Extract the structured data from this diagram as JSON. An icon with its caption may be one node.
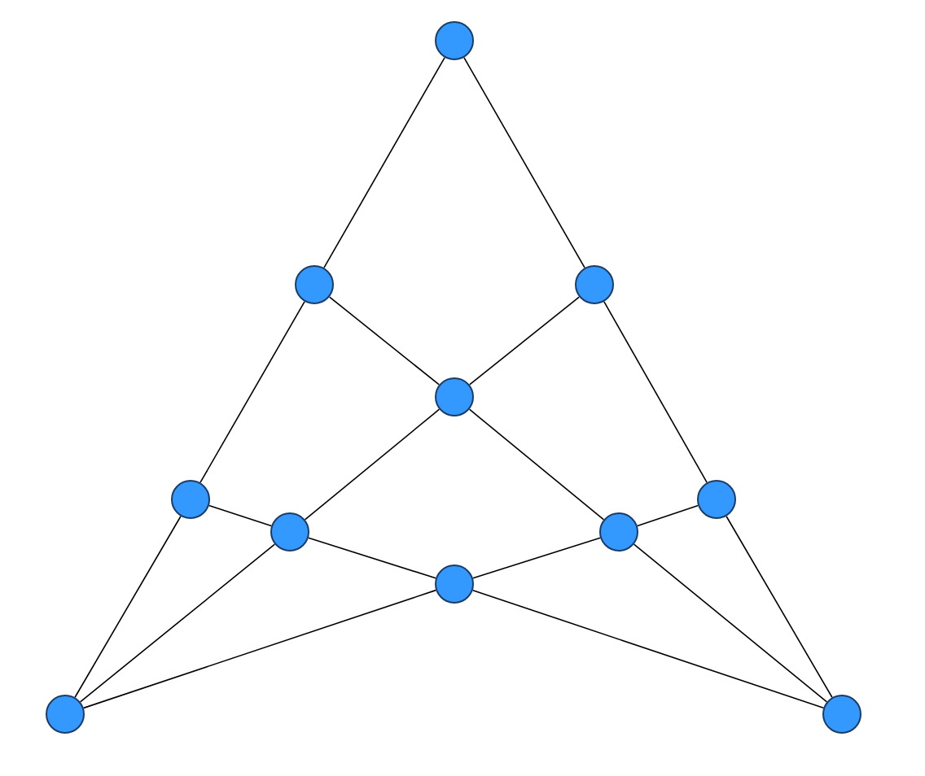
{
  "diagram": {
    "nodes": [
      {
        "text": [],
        "shape": "circle"
      },
      {
        "text": [],
        "shape": "circle"
      },
      {
        "text": [],
        "shape": "circle"
      },
      {
        "text": [],
        "shape": "circle"
      },
      {
        "text": [],
        "shape": "circle"
      },
      {
        "text": [],
        "shape": "circle"
      },
      {
        "text": [],
        "shape": "circle"
      },
      {
        "text": [],
        "shape": "circle"
      },
      {
        "text": [],
        "shape": "circle"
      },
      {
        "text": [],
        "shape": "circle"
      },
      {
        "text": [],
        "shape": "circle"
      }
    ],
    "edges": [
      {
        "from": 0,
        "to": 1,
        "arrow": "none"
      },
      {
        "from": 1,
        "to": 4,
        "arrow": "none"
      },
      {
        "from": 4,
        "to": 9,
        "arrow": "none"
      },
      {
        "from": 0,
        "to": 2,
        "arrow": "none"
      },
      {
        "from": 2,
        "to": 5,
        "arrow": "none"
      },
      {
        "from": 5,
        "to": 10,
        "arrow": "none"
      },
      {
        "from": 1,
        "to": 3,
        "arrow": "none"
      },
      {
        "from": 3,
        "to": 7,
        "arrow": "none"
      },
      {
        "from": 7,
        "to": 10,
        "arrow": "none"
      },
      {
        "from": 2,
        "to": 3,
        "arrow": "none"
      },
      {
        "from": 3,
        "to": 6,
        "arrow": "none"
      },
      {
        "from": 6,
        "to": 9,
        "arrow": "none"
      },
      {
        "from": 4,
        "to": 6,
        "arrow": "none"
      },
      {
        "from": 6,
        "to": 8,
        "arrow": "none"
      },
      {
        "from": 5,
        "to": 7,
        "arrow": "none"
      },
      {
        "from": 7,
        "to": 8,
        "arrow": "none"
      },
      {
        "from": 8,
        "to": 9,
        "arrow": "none"
      },
      {
        "from": 8,
        "to": 10,
        "arrow": "none"
      }
    ]
  }
}
